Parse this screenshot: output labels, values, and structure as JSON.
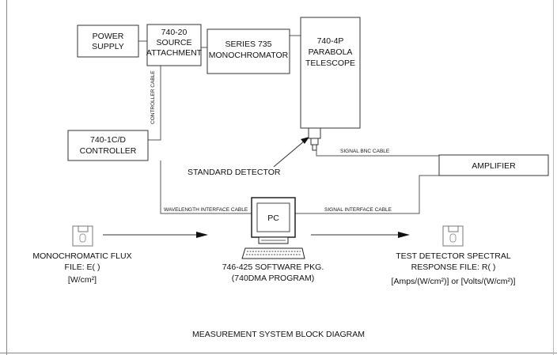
{
  "blocks": {
    "power_supply": [
      "POWER",
      "SUPPLY"
    ],
    "source_attachment": [
      "740-20",
      "SOURCE",
      "ATTACHMENT"
    ],
    "monochromator": [
      "SERIES 735",
      "MONOCHROMATOR"
    ],
    "telescope": [
      "740-4P",
      "PARABOLA",
      "TELESCOPE"
    ],
    "controller": [
      "740-1C/D",
      "CONTROLLER"
    ],
    "amplifier": "AMPLIFIER",
    "pc": "PC"
  },
  "cables": {
    "controller_cable": "CONTROLLER CABLE",
    "signal_bnc": "SIGNAL BNC CABLE",
    "wavelength_interface": "WAVELENGTH INTERFACE CABLE",
    "signal_interface": "SIGNAL INTERFACE CABLE"
  },
  "annotations": {
    "standard_detector": "STANDARD DETECTOR"
  },
  "files": {
    "flux": {
      "line1": "MONOCHROMATIC FLUX",
      "line2": "FILE: E( )",
      "unit": "[W/cm²]"
    },
    "software": {
      "line1": "746-425 SOFTWARE PKG.",
      "line2": "(740DMA PROGRAM)"
    },
    "response": {
      "line1": "TEST DETECTOR SPECTRAL",
      "line2": "RESPONSE FILE: R( )",
      "unit": "[Amps/(W/cm²)] or [Volts/(W/cm²)]"
    }
  },
  "caption": "MEASUREMENT SYSTEM BLOCK DIAGRAM"
}
